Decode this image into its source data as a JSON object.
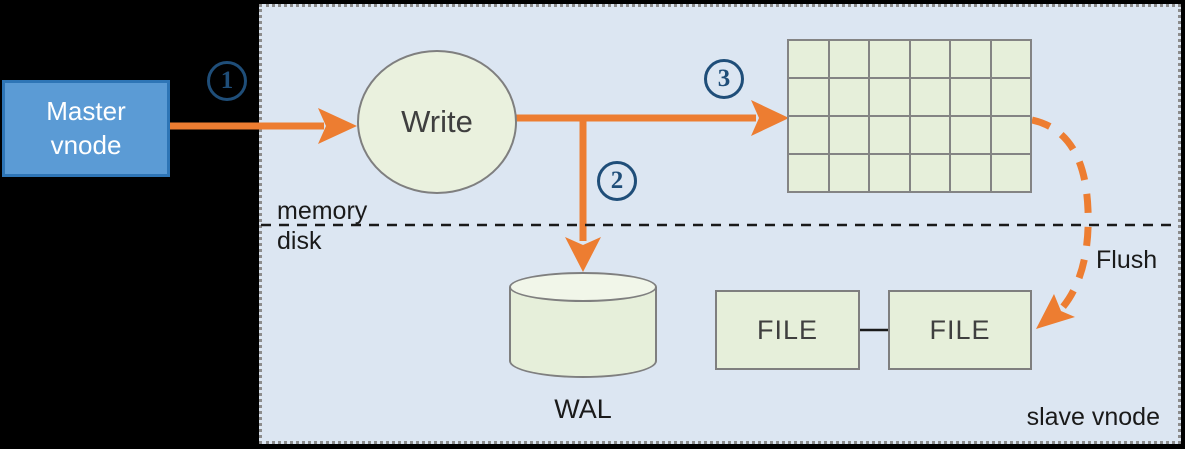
{
  "diagram": {
    "master_node": {
      "label": "Master\nvnode"
    },
    "write_node": {
      "label": "Write"
    },
    "steps": [
      {
        "label": "1"
      },
      {
        "label": "2"
      },
      {
        "label": "3"
      }
    ],
    "memtable": {
      "rows": 4,
      "cols": 6
    },
    "wal": {
      "label": "WAL"
    },
    "files": [
      {
        "label": "FILE"
      },
      {
        "label": "FILE"
      }
    ],
    "labels": {
      "memory": "memory",
      "disk": "disk",
      "flush": "Flush",
      "slave_vnode": "slave vnode"
    },
    "colors": {
      "accent_orange": "#ED7D31",
      "node_blue": "#5B9BD5",
      "node_blue_border": "#2E75B6",
      "panel_bg": "#DCE6F2",
      "shape_green": "#E6EFDA",
      "shape_border": "#7F7F7F",
      "step_navy": "#1F4E79"
    }
  }
}
